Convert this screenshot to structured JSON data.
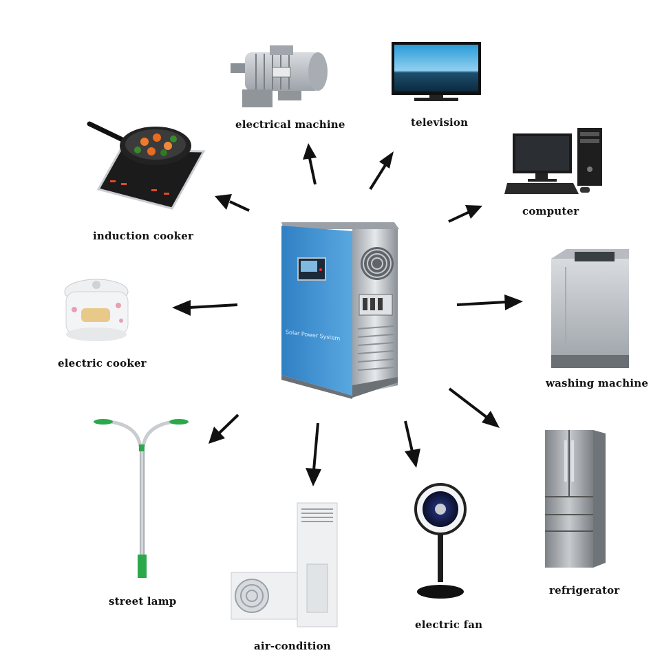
{
  "diagram": {
    "center": {
      "name": "solar-power-inverter",
      "panel_text": "Solar Power System"
    },
    "appliances": [
      {
        "id": "electrical-machine",
        "label": "electrical machine",
        "icon": "electric-motor-icon"
      },
      {
        "id": "television",
        "label": "television",
        "icon": "tv-icon"
      },
      {
        "id": "computer",
        "label": "computer",
        "icon": "desktop-computer-icon"
      },
      {
        "id": "induction-cooker",
        "label": "induction cooker",
        "icon": "induction-cooker-icon"
      },
      {
        "id": "washing-machine",
        "label": "washing machine",
        "icon": "washing-machine-icon"
      },
      {
        "id": "electric-cooker",
        "label": "electric cooker",
        "icon": "rice-cooker-icon"
      },
      {
        "id": "refrigerator",
        "label": "refrigerator",
        "icon": "refrigerator-icon"
      },
      {
        "id": "street-lamp",
        "label": "street lamp",
        "icon": "street-lamp-icon"
      },
      {
        "id": "air-condition",
        "label": "air-condition",
        "icon": "air-conditioner-icon"
      },
      {
        "id": "electric-fan",
        "label": "electric fan",
        "icon": "electric-fan-icon"
      }
    ],
    "colors": {
      "inverter_blue": "#3a8fd0",
      "inverter_steel": "#c9ccd0",
      "arrow": "#111111",
      "lamp_green": "#2aa84a"
    }
  }
}
